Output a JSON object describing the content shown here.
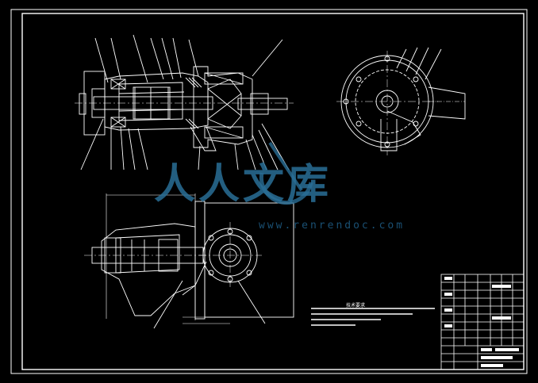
{
  "watermark": {
    "brand_cn": "人人文库",
    "url": "www.renrendoc.com"
  },
  "colors": {
    "background": "#000000",
    "lines": "#ffffff",
    "watermark": "#2a6f97"
  },
  "drawing": {
    "views": [
      "front-section",
      "side-view",
      "bottom-section"
    ],
    "notes_title": "技术要求"
  }
}
